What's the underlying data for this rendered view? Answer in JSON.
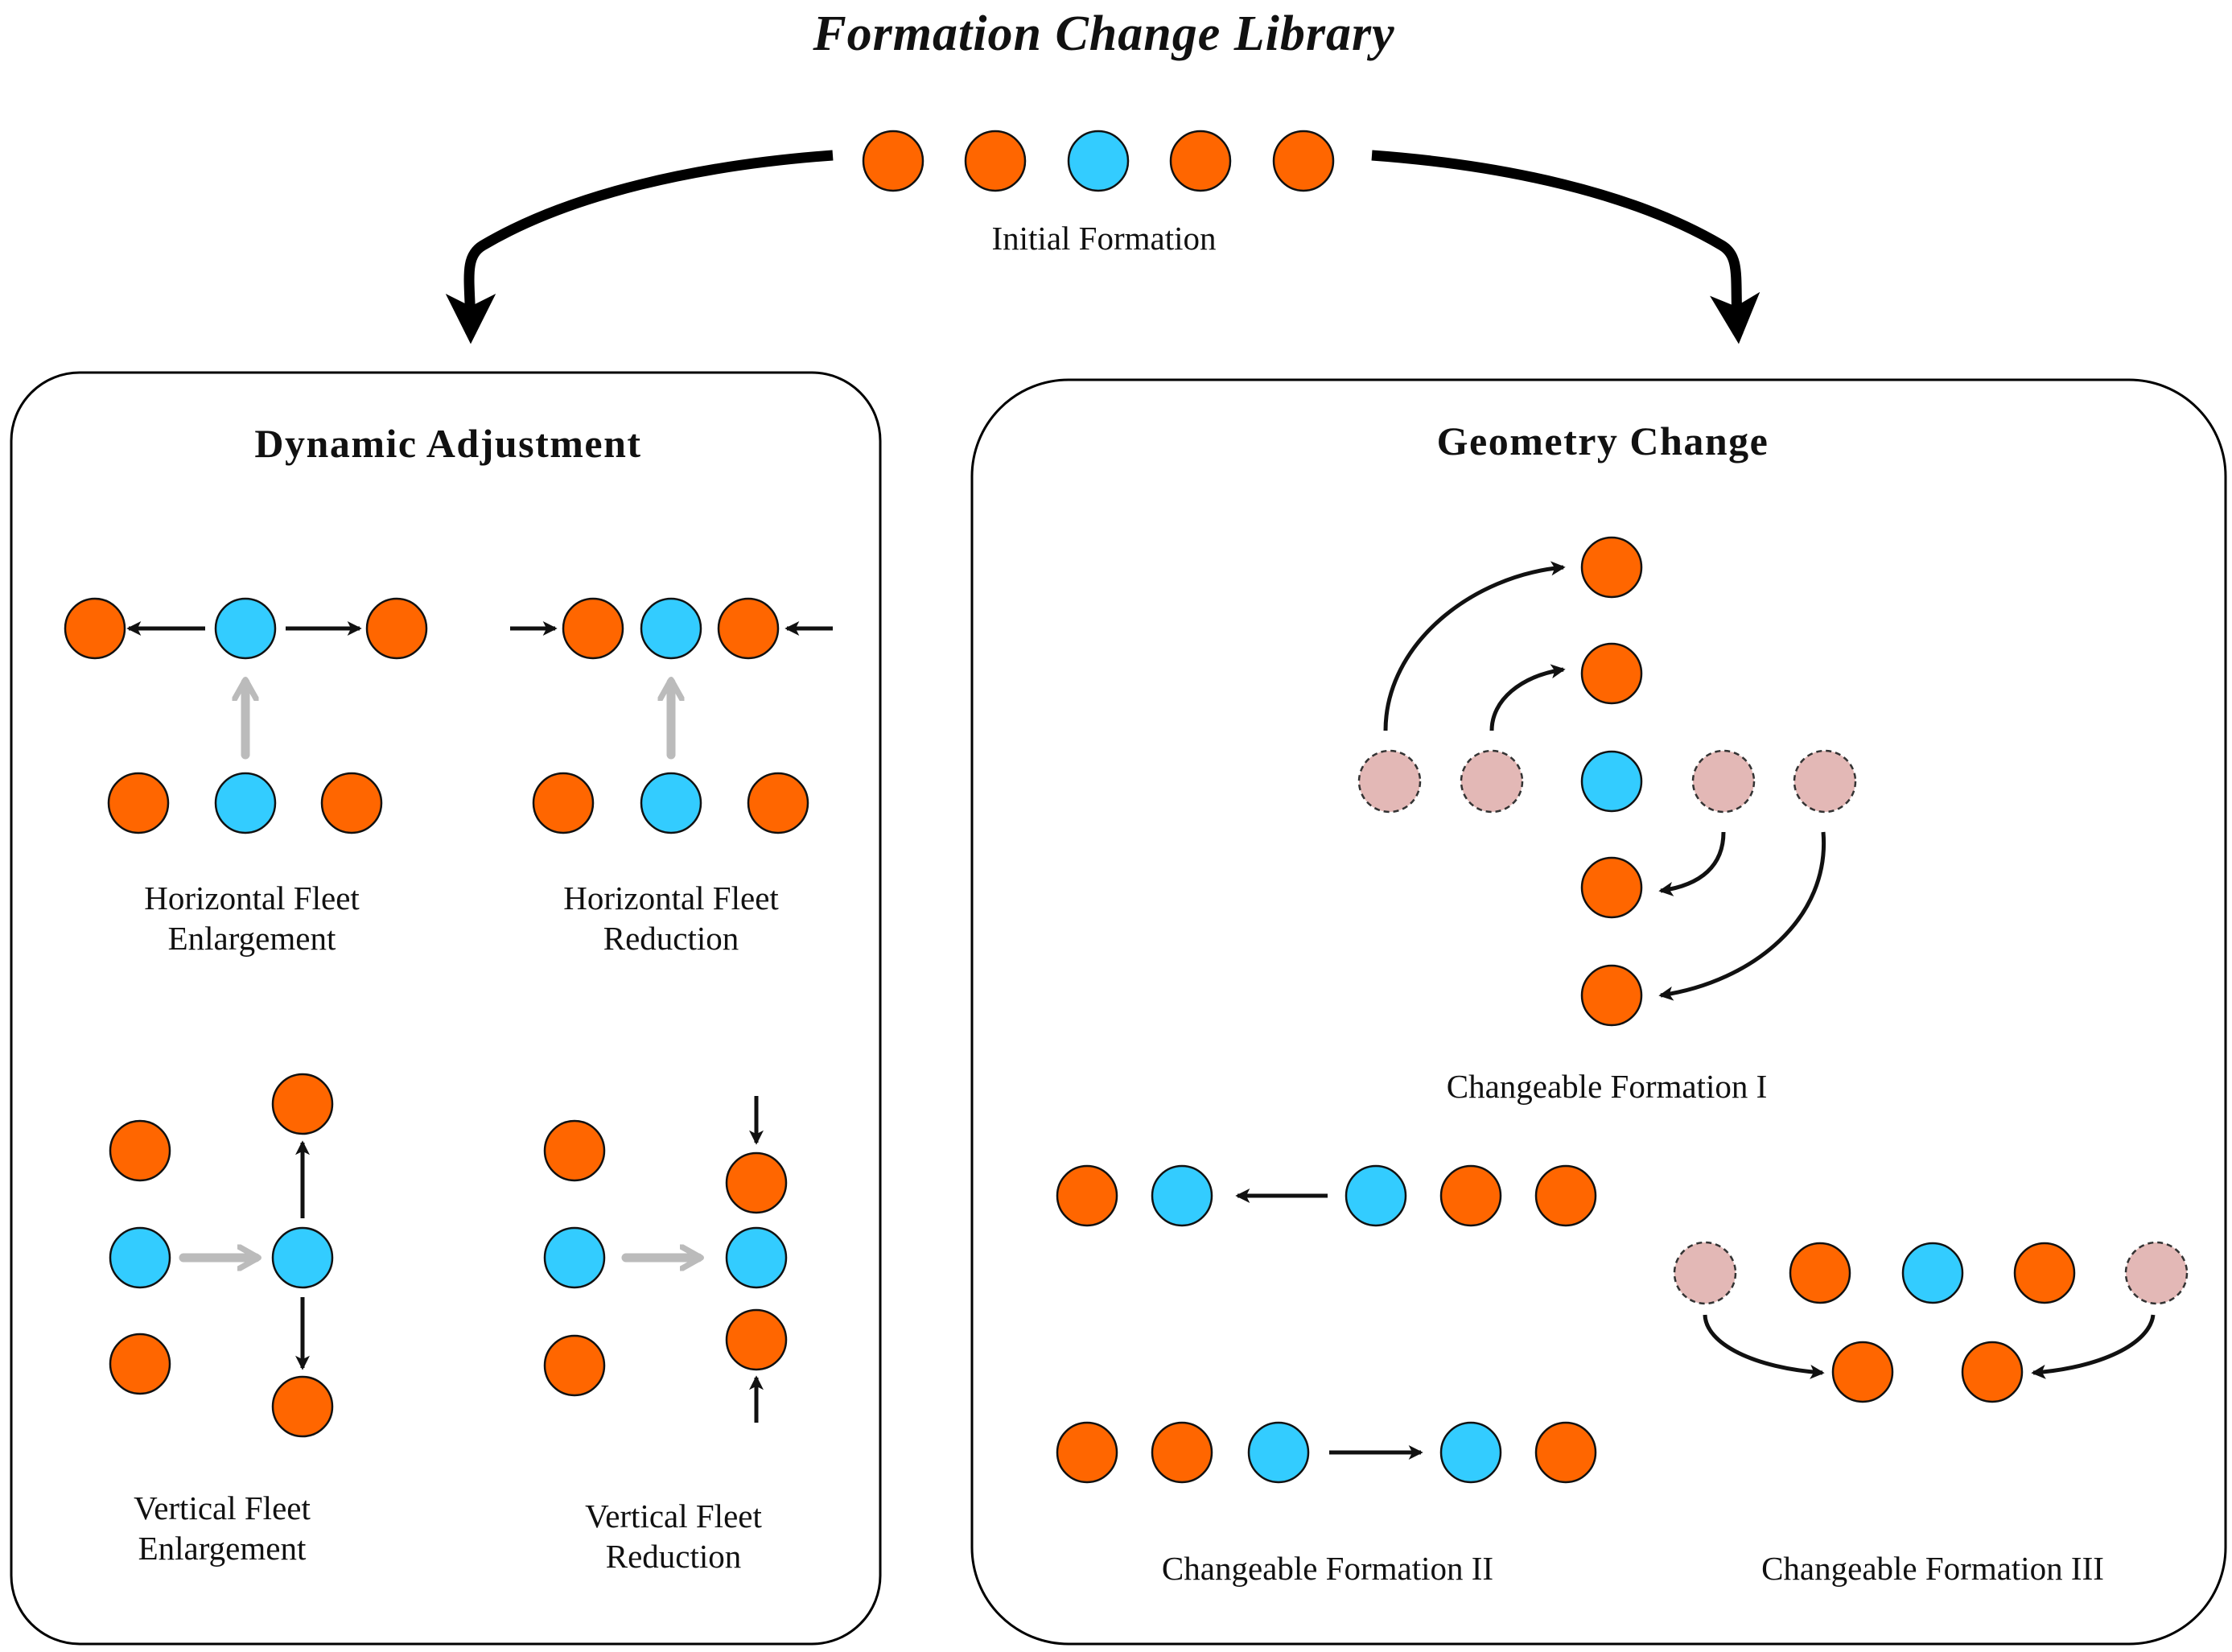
{
  "title": "Formation Change Library",
  "initial_label": "Initial Formation",
  "panels": {
    "dynamic": {
      "title": "Dynamic Adjustment",
      "items": {
        "hfe": [
          "Horizontal Fleet",
          "Enlargement"
        ],
        "hfr": [
          "Horizontal Fleet",
          "Reduction"
        ],
        "vfe": [
          "Vertical Fleet",
          "Enlargement"
        ],
        "vfr": [
          "Vertical Fleet",
          "Reduction"
        ]
      }
    },
    "geometry": {
      "title": "Geometry Change",
      "items": {
        "cf1": "Changeable Formation I",
        "cf2": "Changeable Formation II",
        "cf3": "Changeable Formation III"
      }
    }
  },
  "colors": {
    "follower": "#ff6600",
    "leader": "#33ccff",
    "ghost": "#e3b8b6",
    "move_arrow": "#111111",
    "transition_arrow": "#bbbbbb"
  },
  "legend_roles": {
    "follower": "orange agent",
    "leader": "blue agent",
    "ghost": "previous position (dashed)"
  }
}
